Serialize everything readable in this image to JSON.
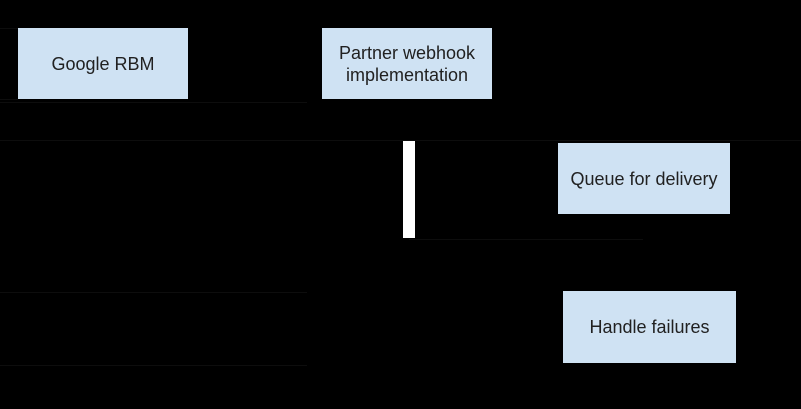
{
  "diagram": {
    "type": "sequence-diagram-fragment",
    "nodes": {
      "google_rbm": {
        "label": "Google RBM"
      },
      "partner_webhook": {
        "label": "Partner webhook implementation"
      },
      "queue_for_delivery": {
        "label": "Queue for delivery"
      },
      "handle_failures": {
        "label": "Handle failures"
      }
    },
    "activation_bar": {
      "name": "partner-lifeline-activation"
    },
    "colors": {
      "background": "#000000",
      "node_fill": "#cfe2f3",
      "node_text": "#212121",
      "activation_bar": "#ffffff",
      "faint_line": "#0d0d0d"
    }
  }
}
